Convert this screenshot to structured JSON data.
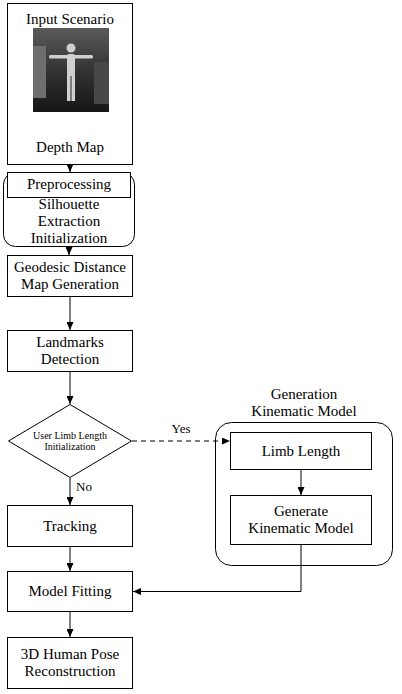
{
  "diagram": {
    "nodes": [
      {
        "text": [
          "Input Scenario",
          "Depth Map"
        ]
      },
      {
        "text": [
          "Preprocessing",
          "Silhouette Extraction Initialization"
        ]
      },
      {
        "text": [
          "Geodesic Distance Map Generation"
        ]
      },
      {
        "text": [
          "Landmarks Detection"
        ]
      },
      {
        "text": [
          "User Limb Length Initialization"
        ]
      },
      {
        "text": [
          "Generation Kinematic Model"
        ]
      },
      {
        "text": [
          "Limb Length"
        ],
        "in": 5
      },
      {
        "text": [
          "Generate Kinematic Model"
        ],
        "in": 5
      },
      {
        "text": [
          "Tracking"
        ]
      },
      {
        "text": [
          "Model Fitting"
        ]
      },
      {
        "text": [
          "3D Human Pose Reconstruction"
        ]
      }
    ],
    "edges": [
      {
        "from": 0,
        "to": 1,
        "arrow": "to"
      },
      {
        "from": 1,
        "to": 2,
        "arrow": "to"
      },
      {
        "from": 2,
        "to": 3,
        "arrow": "to"
      },
      {
        "from": 3,
        "to": 4,
        "arrow": "to"
      },
      {
        "from": 4,
        "to": 6,
        "label": "Yes",
        "arrow": "to"
      },
      {
        "from": 4,
        "to": 8,
        "label": "No",
        "arrow": "to"
      },
      {
        "from": 6,
        "to": 7,
        "arrow": "to"
      },
      {
        "from": 8,
        "to": 9,
        "arrow": "to"
      },
      {
        "from": 7,
        "to": 9,
        "arrow": "to"
      },
      {
        "from": 9,
        "to": 10,
        "arrow": "to"
      }
    ]
  }
}
